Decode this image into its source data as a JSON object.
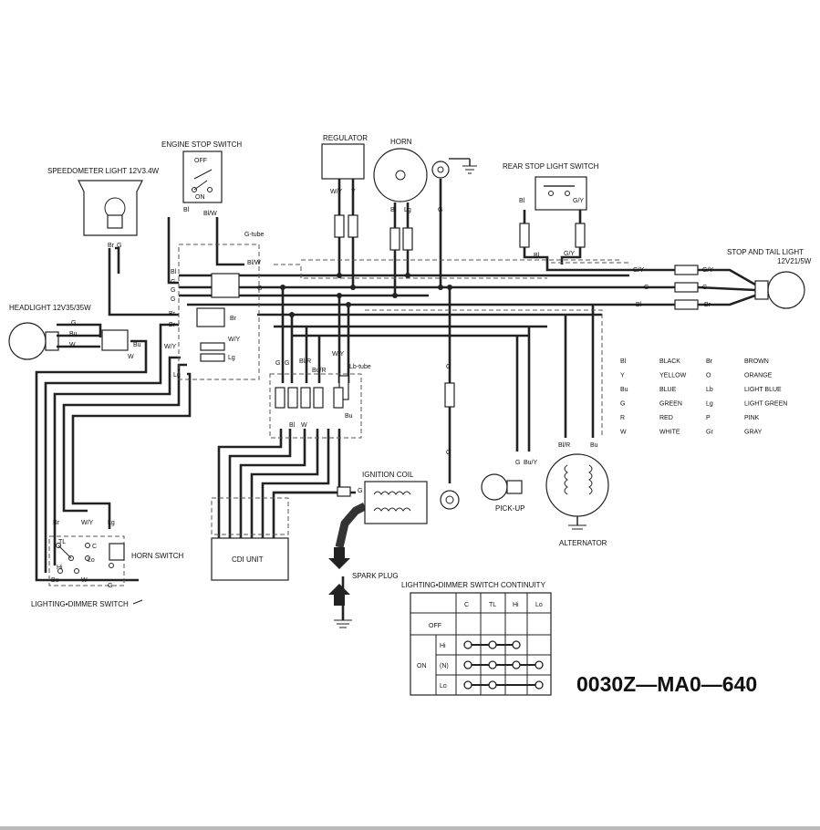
{
  "labels": {
    "engine_stop_switch": "ENGINE STOP SWITCH",
    "off": "OFF",
    "on": "ON",
    "regulator": "REGULATOR",
    "horn": "HORN",
    "rear_stop_light_switch": "REAR STOP LIGHT SWITCH",
    "speedometer_light": "SPEEDOMETER LIGHT 12V3.4W",
    "stop_and_tail_light": "STOP AND TAIL LIGHT",
    "stop_and_tail_rating": "12V21/5W",
    "headlight": "HEADLIGHT 12V35/35W",
    "g_tube": "G-tube",
    "lb_tube": "Lb-tube",
    "ignition_coil": "IGNITION COIL",
    "pick_up": "PICK-UP",
    "alternator": "ALTERNATOR",
    "cdi_unit": "CDI UNIT",
    "spark_plug": "SPARK PLUG",
    "horn_switch": "HORN SWITCH",
    "lighting_dimmer_switch": "LIGHTING•DIMMER SWITCH"
  },
  "wire_labels": {
    "bl_w": "Bl/W",
    "bl": "Bl",
    "g": "G",
    "br": "Br",
    "bu": "Bu",
    "w": "W",
    "w_y": "W/Y",
    "lg": "Lg",
    "g_y": "G/Y",
    "bl_r": "Bl/R",
    "bu_r": "Bu/R",
    "bu_y": "Bu/Y",
    "tl": "TL",
    "c": "C",
    "hi": "Hi",
    "lo": "Lo",
    "y": "Y"
  },
  "color_legend": [
    {
      "code": "Bl",
      "name": "BLACK",
      "code2": "Br",
      "name2": "BROWN"
    },
    {
      "code": "Y",
      "name": "YELLOW",
      "code2": "O",
      "name2": "ORANGE"
    },
    {
      "code": "Bu",
      "name": "BLUE",
      "code2": "Lb",
      "name2": "LIGHT BLUE"
    },
    {
      "code": "G",
      "name": "GREEN",
      "code2": "Lg",
      "name2": "LIGHT GREEN"
    },
    {
      "code": "R",
      "name": "RED",
      "code2": "P",
      "name2": "PINK"
    },
    {
      "code": "W",
      "name": "WHITE",
      "code2": "Gr",
      "name2": "GRAY"
    }
  ],
  "continuity_table": {
    "title": "LIGHTING•DIMMER SWITCH CONTINUITY",
    "columns": [
      "C",
      "TL",
      "Hi",
      "Lo"
    ],
    "off_label": "OFF",
    "on_label": "ON",
    "rows": [
      {
        "label": "Hi",
        "connected": [
          true,
          true,
          true,
          false
        ]
      },
      {
        "label": "(N)",
        "connected": [
          true,
          true,
          true,
          true
        ]
      },
      {
        "label": "Lo",
        "connected": [
          true,
          true,
          false,
          true
        ]
      }
    ]
  },
  "part_number": "0030Z—MA0—640"
}
